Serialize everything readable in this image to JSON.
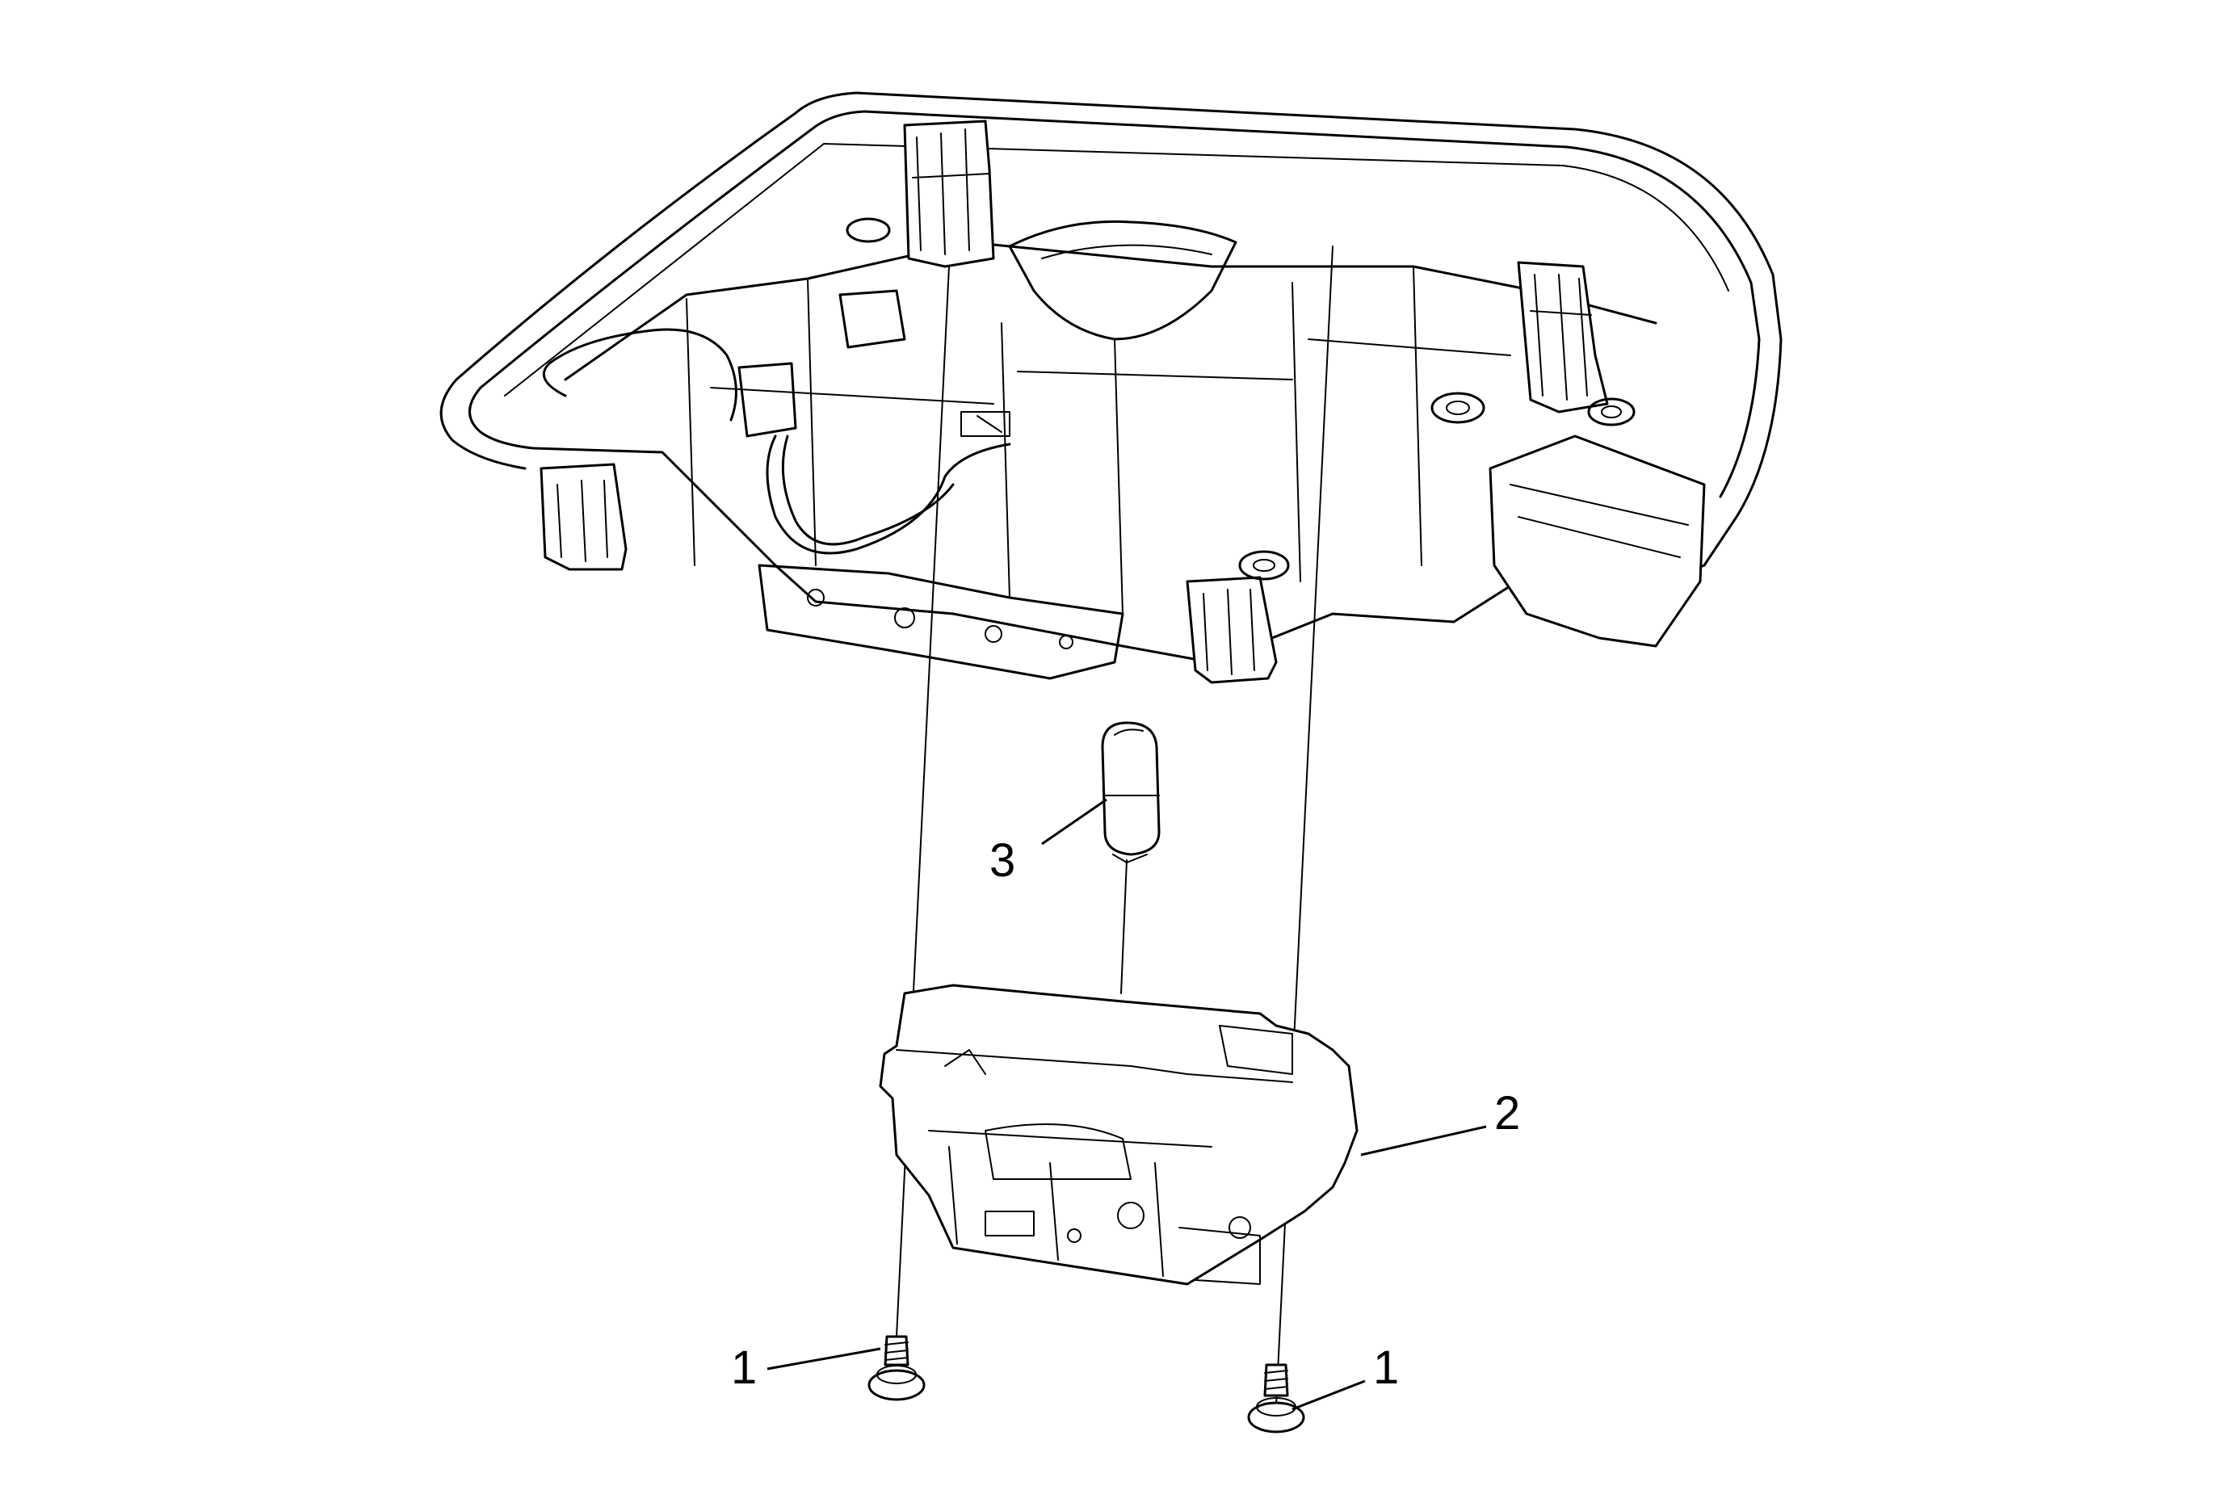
{
  "callouts": [
    {
      "id": "screw-left",
      "label": "1"
    },
    {
      "id": "screw-right",
      "label": "1"
    },
    {
      "id": "lamp-housing",
      "label": "2"
    },
    {
      "id": "bulb",
      "label": "3"
    }
  ]
}
